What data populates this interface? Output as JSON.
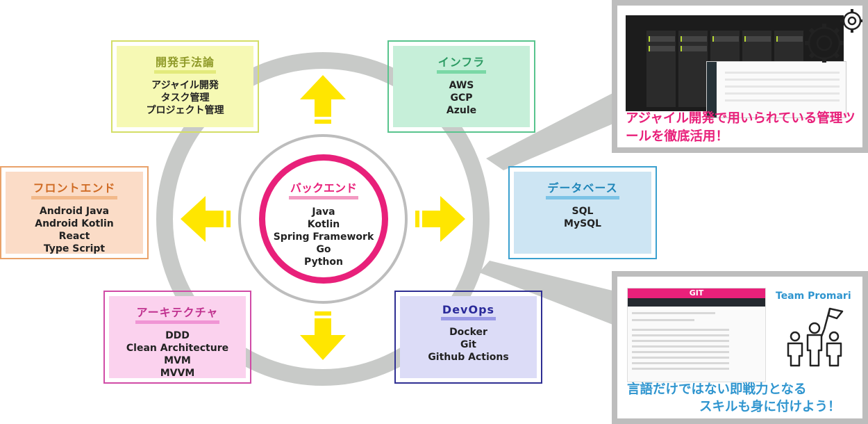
{
  "center": {
    "title": "バックエンド",
    "items": [
      "Java",
      "Kotlin",
      "Spring Framework",
      "Go",
      "Python"
    ]
  },
  "categories": {
    "method": {
      "title": "開発手法論",
      "items": [
        "アジャイル開発",
        "タスク管理",
        "プロジェクト管理"
      ]
    },
    "infra": {
      "title": "インフラ",
      "items": [
        "AWS",
        "GCP",
        "Azule"
      ]
    },
    "frontend": {
      "title": "フロントエンド",
      "items": [
        "Android Java",
        "Android Kotlin",
        "React",
        "Type Script"
      ]
    },
    "database": {
      "title": "データベース",
      "items": [
        "SQL",
        "MySQL"
      ]
    },
    "architecture": {
      "title": "アーキテクチャ",
      "items": [
        "DDD",
        "Clean Architecture",
        "MVM",
        "MVVM"
      ]
    },
    "devops": {
      "title": "DevOps",
      "items": [
        "Docker",
        "Git",
        "Github Actions"
      ]
    }
  },
  "callouts": {
    "tools": {
      "caption": "アジャイル開発で用いられている管理ツールを徹底活用！"
    },
    "team": {
      "bar_label": "GIT",
      "team_name": "Team Promari",
      "caption_line1": "言語だけではない即戦力となる",
      "caption_line2": "スキルも身に付けよう！"
    }
  },
  "colors": {
    "accent_pink": "#e8207a",
    "ring_gray": "#c8cac8",
    "arrow_yellow": "#ffe600",
    "caption_blue": "#2f95cf"
  },
  "icons": [
    "gear-icon",
    "people-flag-icon",
    "arrow-up-icon",
    "arrow-down-icon",
    "arrow-left-icon",
    "arrow-right-icon"
  ]
}
